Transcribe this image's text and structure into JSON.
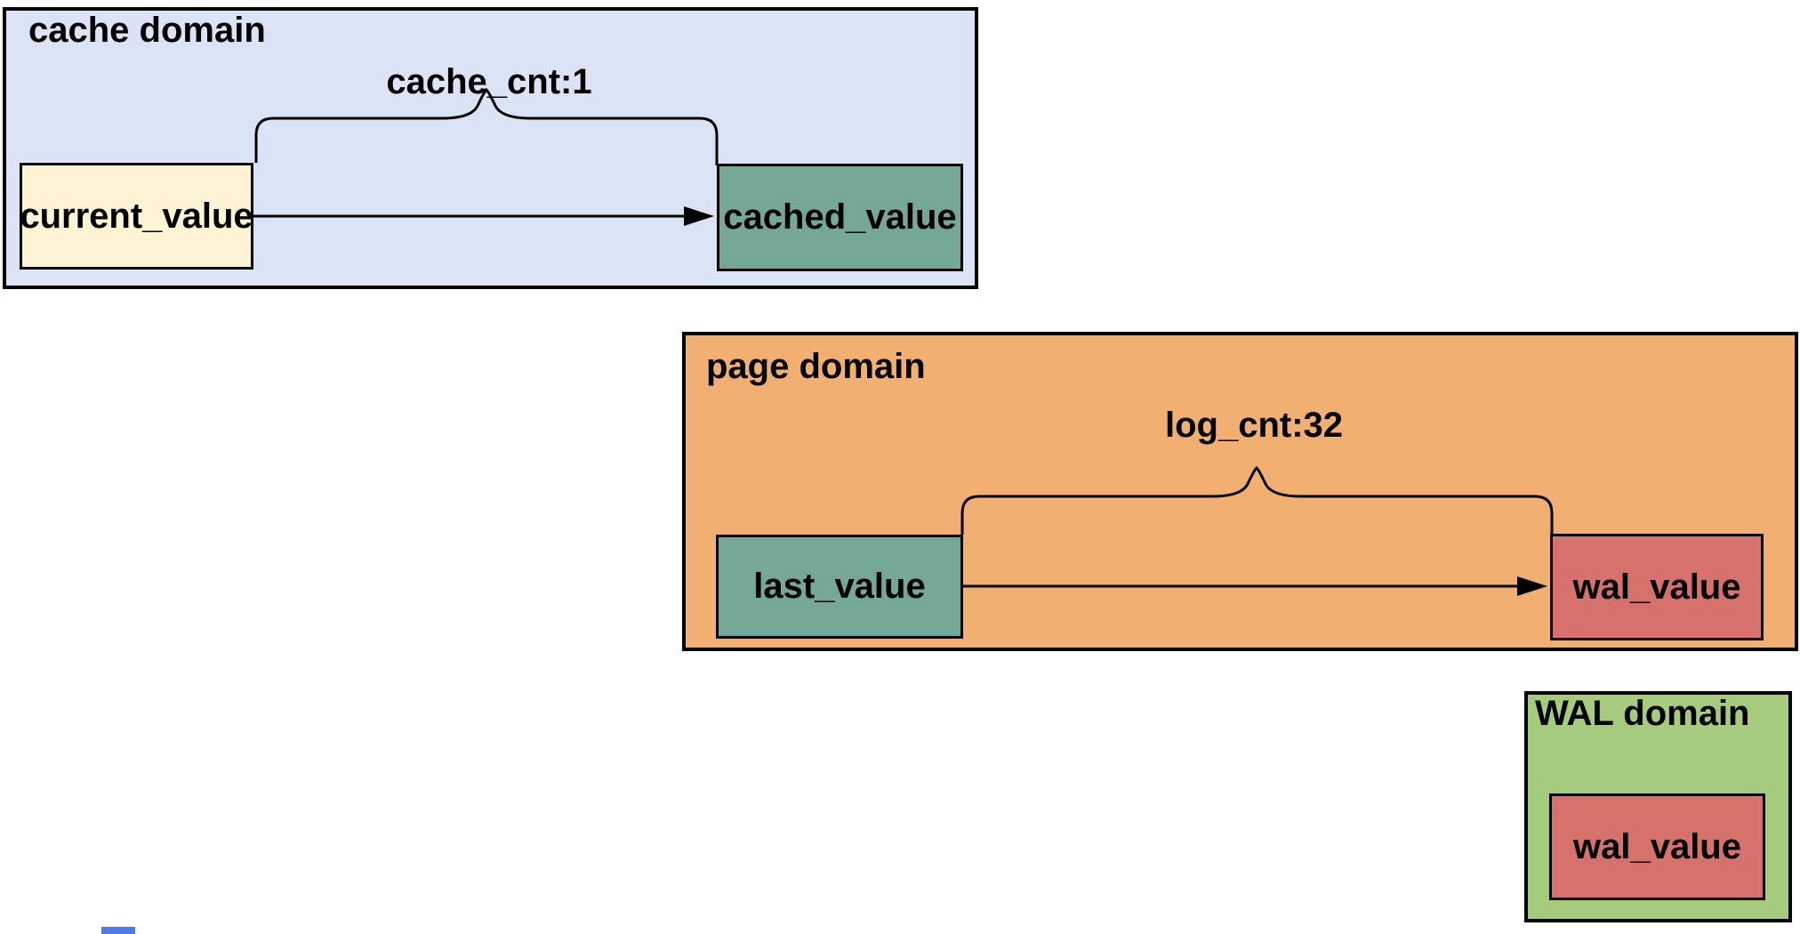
{
  "canvas": {
    "bg": "#ffffff",
    "stroke_color": "#000000"
  },
  "domains": [
    {
      "id": "cache",
      "title": "cache domain",
      "bg": "#dbe4f7",
      "nodes": [
        {
          "label": "current_value",
          "bg": "#fcf4d3"
        },
        {
          "label": "cached_value",
          "bg": "#75a796"
        }
      ],
      "edge": {
        "label": "cache_cnt:1",
        "from": "current_value",
        "to": "cached_value"
      }
    },
    {
      "id": "page",
      "title": "page domain",
      "bg": "#f1af72",
      "nodes": [
        {
          "label": "last_value",
          "bg": "#75a796"
        },
        {
          "label": "wal_value",
          "bg": "#d6716c"
        }
      ],
      "edge": {
        "label": "log_cnt:32",
        "from": "last_value",
        "to": "wal_value"
      }
    },
    {
      "id": "wal",
      "title": "WAL domain",
      "bg": "#a4cc7c",
      "nodes": [
        {
          "label": "wal_value",
          "bg": "#d6716c"
        }
      ]
    }
  ],
  "artifact": {
    "color": "#4a7ee0"
  }
}
